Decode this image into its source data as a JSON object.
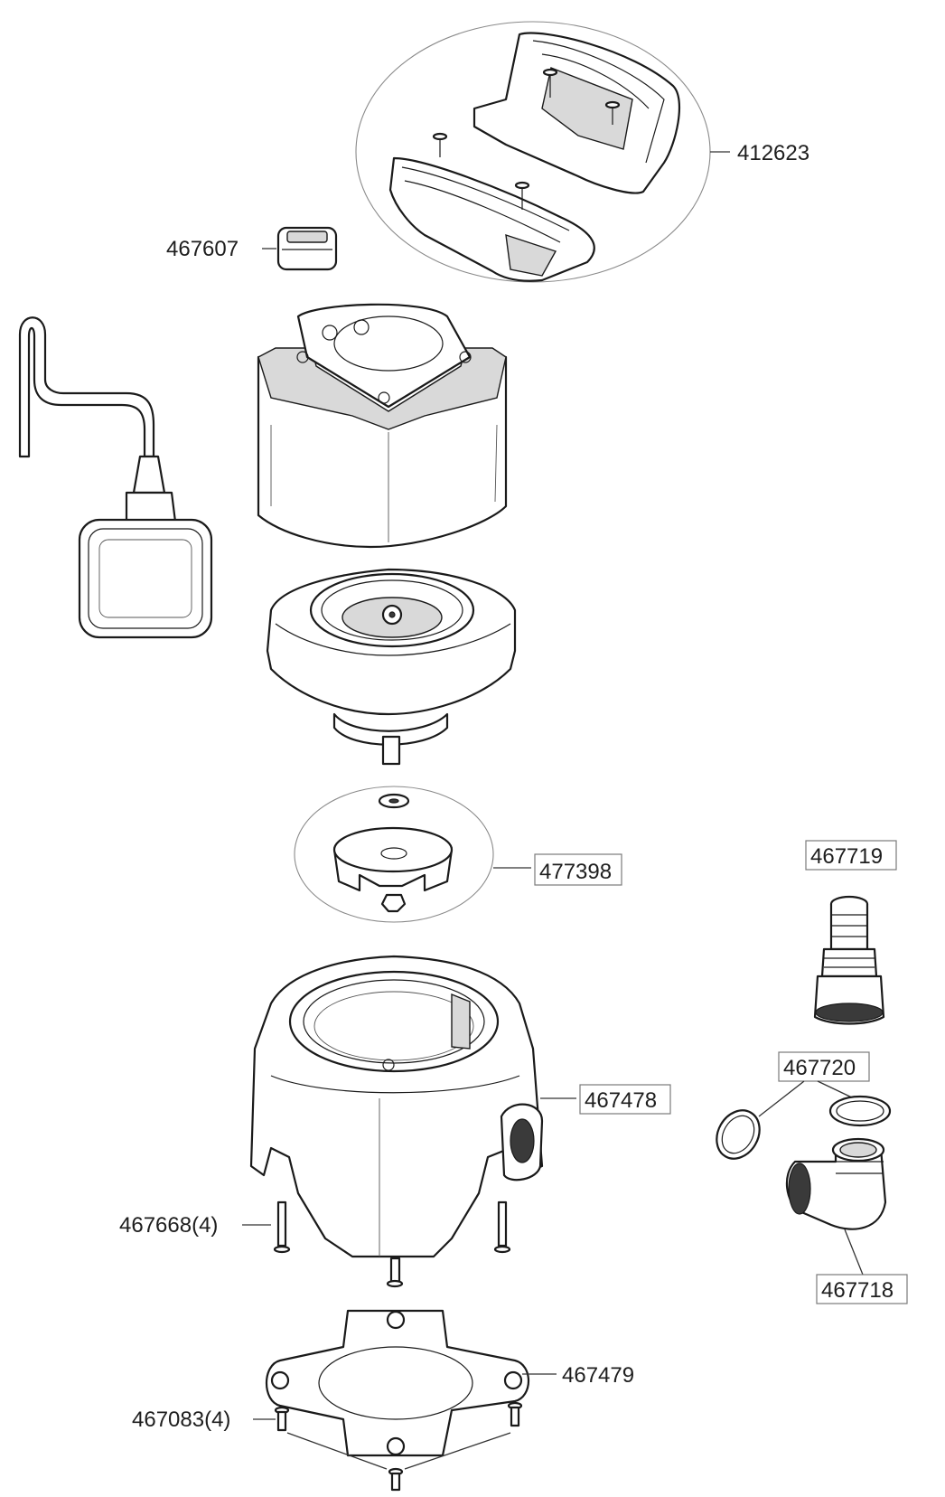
{
  "callouts": {
    "handle_kit": "412623",
    "switch_cap": "467607",
    "impeller_kit": "477398",
    "connector": "467719",
    "o_rings": "467720",
    "pump_housing": "467478",
    "elbow": "467718",
    "screws_housing": "467668(4)",
    "base_plate": "467479",
    "screws_base": "467083(4)"
  }
}
